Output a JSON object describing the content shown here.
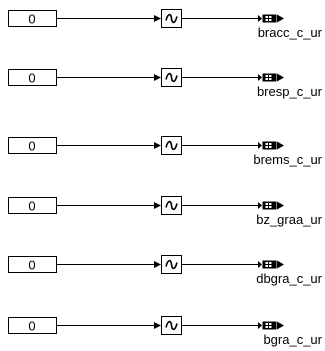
{
  "rows": [
    {
      "constant": "0",
      "output": "bracc_c_ur"
    },
    {
      "constant": "0",
      "output": "bresp_c_ur"
    },
    {
      "constant": "0",
      "output": "brems_c_ur"
    },
    {
      "constant": "0",
      "output": "bz_graa_ur"
    },
    {
      "constant": "0",
      "output": "dbgra_c_ur"
    },
    {
      "constant": "0",
      "output": "bgra_c_ur"
    }
  ]
}
